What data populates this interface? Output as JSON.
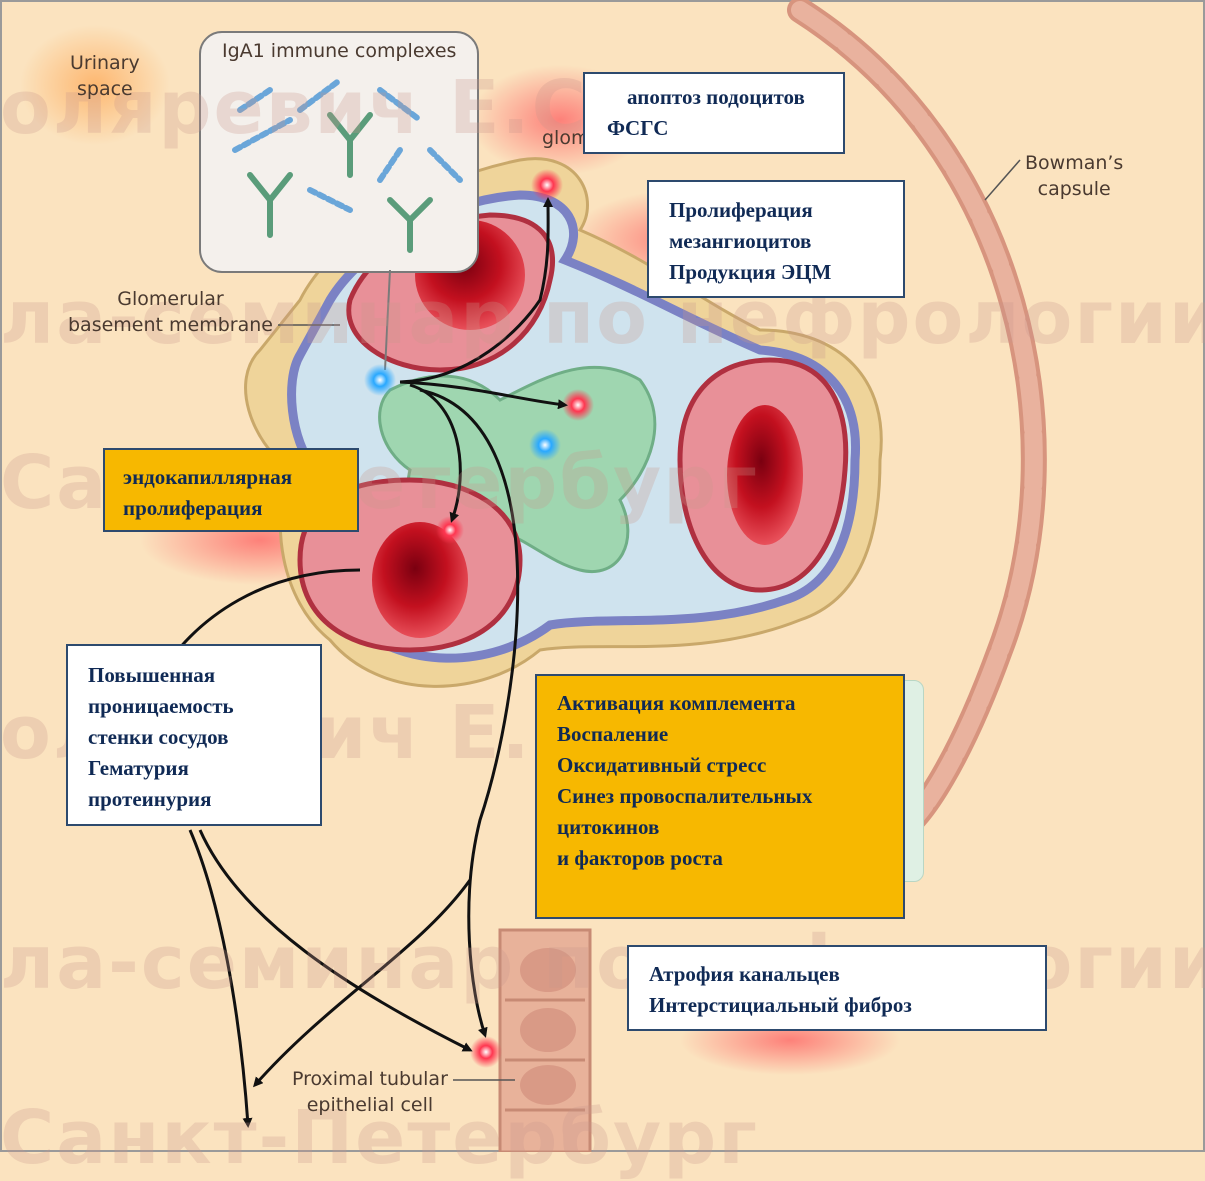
{
  "labels": {
    "urinary_space": [
      "Urinary",
      "space"
    ],
    "iga1_complexes": "IgA1 immune complexes",
    "glom_partial": "glom",
    "bowmans_capsule": [
      "Bowman’s",
      "capsule"
    ],
    "gbm": [
      "Glomerular",
      "basement membrane"
    ],
    "proximal_tubular": [
      "Proximal tubular",
      "epithelial cell"
    ]
  },
  "boxes": {
    "apoptosis": [
      "апоптоз подоцитов",
      "ФСГС"
    ],
    "mesangial": [
      "Пролиферация",
      "мезангиоцитов",
      "Продукция ЭЦМ"
    ],
    "endocapillary": [
      "эндокапиллярная",
      "пролиферация"
    ],
    "permeability": [
      "Повышенная",
      "проницаемость",
      "стенки сосудов",
      "Гематурия",
      "протеинурия"
    ],
    "complement": [
      "Активация комплемента",
      "Воспаление",
      "Оксидативный стресс",
      "Синез провоспалительных",
      "цитокинов",
      "и факторов роста"
    ],
    "atrophy": [
      "Атрофия канальцев",
      "Интерстициальный фиброз"
    ]
  },
  "watermarks": [
    "оляревич Е.С.",
    "ла-семинар по нефрологии",
    "Санкт-Петербург",
    "оляревич Е.С.",
    "ла-семинар по нефрологии",
    "Санкт-Петербург"
  ],
  "colors": {
    "background": "#fbe3bf",
    "box_gold": "#f7b800",
    "box_border": "#2d4a6e",
    "box_text": "#102a55",
    "mesangium": "#9fd6b0",
    "capillary": "#c8283a",
    "gbm": "#7b82c4"
  }
}
